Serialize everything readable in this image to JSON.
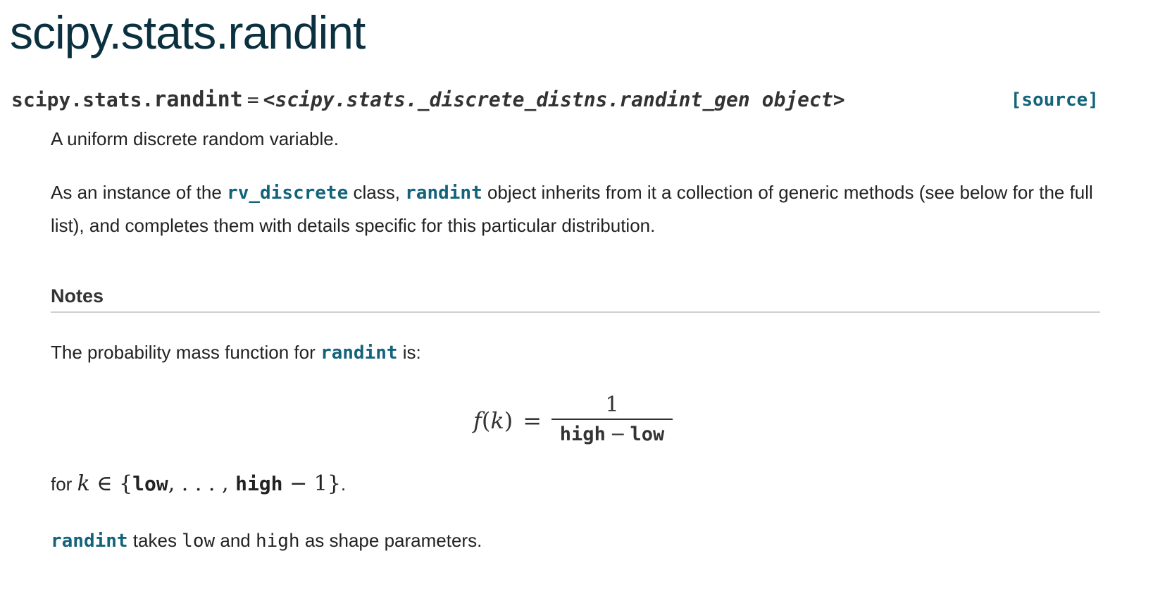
{
  "page": {
    "title": "scipy.stats.randint"
  },
  "signature": {
    "prename": "scipy.stats.",
    "name": "randint",
    "operator": "=",
    "value": "<scipy.stats._discrete_distns.randint_gen object>",
    "source_label": "[source]"
  },
  "description": {
    "summary": "A uniform discrete random variable.",
    "inherit_prefix": "As an instance of the ",
    "inherit_class_link": "rv_discrete",
    "inherit_mid": " class, ",
    "inherit_object_link": "randint",
    "inherit_suffix": " object inherits from it a collection of generic methods (see below for the full list), and completes them with details specific for this particular distribution."
  },
  "notes": {
    "heading": "Notes",
    "pmf_prefix": "The probability mass function for ",
    "pmf_link": "randint",
    "pmf_suffix": " is:",
    "formula": {
      "lhs_f": "f",
      "lhs_open": "(",
      "lhs_k": "k",
      "lhs_close": ")",
      "equals": "=",
      "numerator": "1",
      "den_high": "high",
      "den_minus": "−",
      "den_low": "low"
    },
    "domain": {
      "prefix": "for ",
      "k": "k",
      "elem": " ∈ ",
      "open_brace": "{",
      "low": "low",
      "sep": ", . . . , ",
      "high": "high",
      "minus_one": " − 1",
      "close_brace": "}",
      "end": "."
    },
    "shape": {
      "link": "randint",
      "text1": " takes ",
      "low": "low",
      "text2": " and ",
      "high": "high",
      "text3": " as shape parameters."
    }
  }
}
